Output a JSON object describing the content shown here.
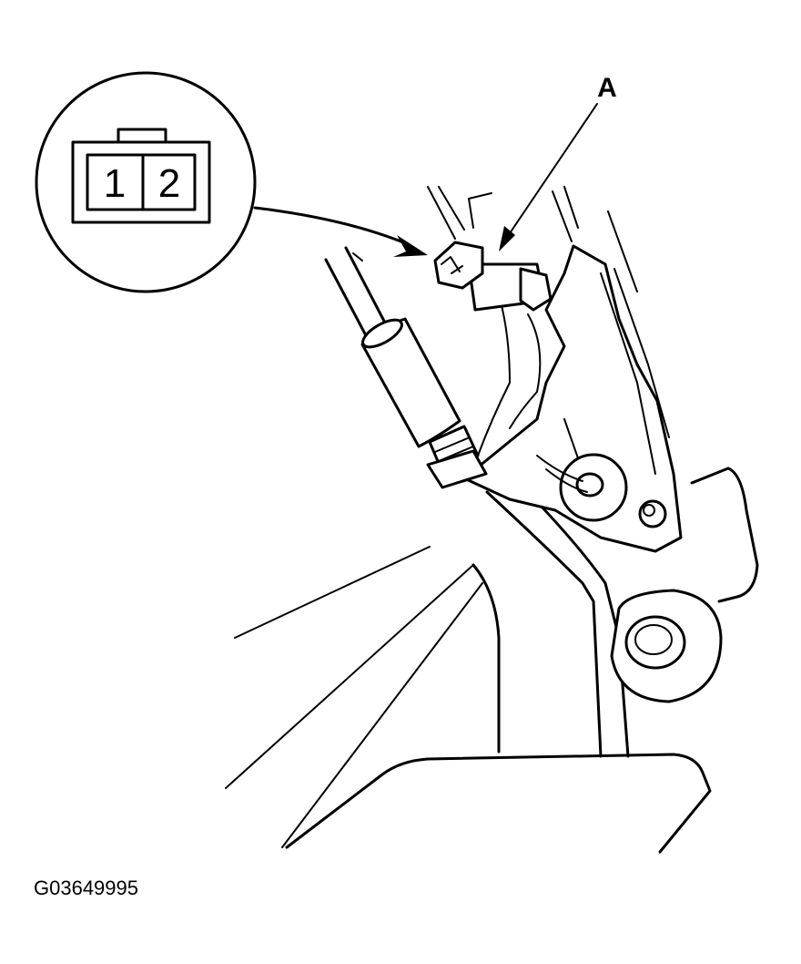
{
  "connector_view": {
    "pin_1": "1",
    "pin_2": "2"
  },
  "callout": {
    "label": "A"
  },
  "figure_code": "G03649995"
}
